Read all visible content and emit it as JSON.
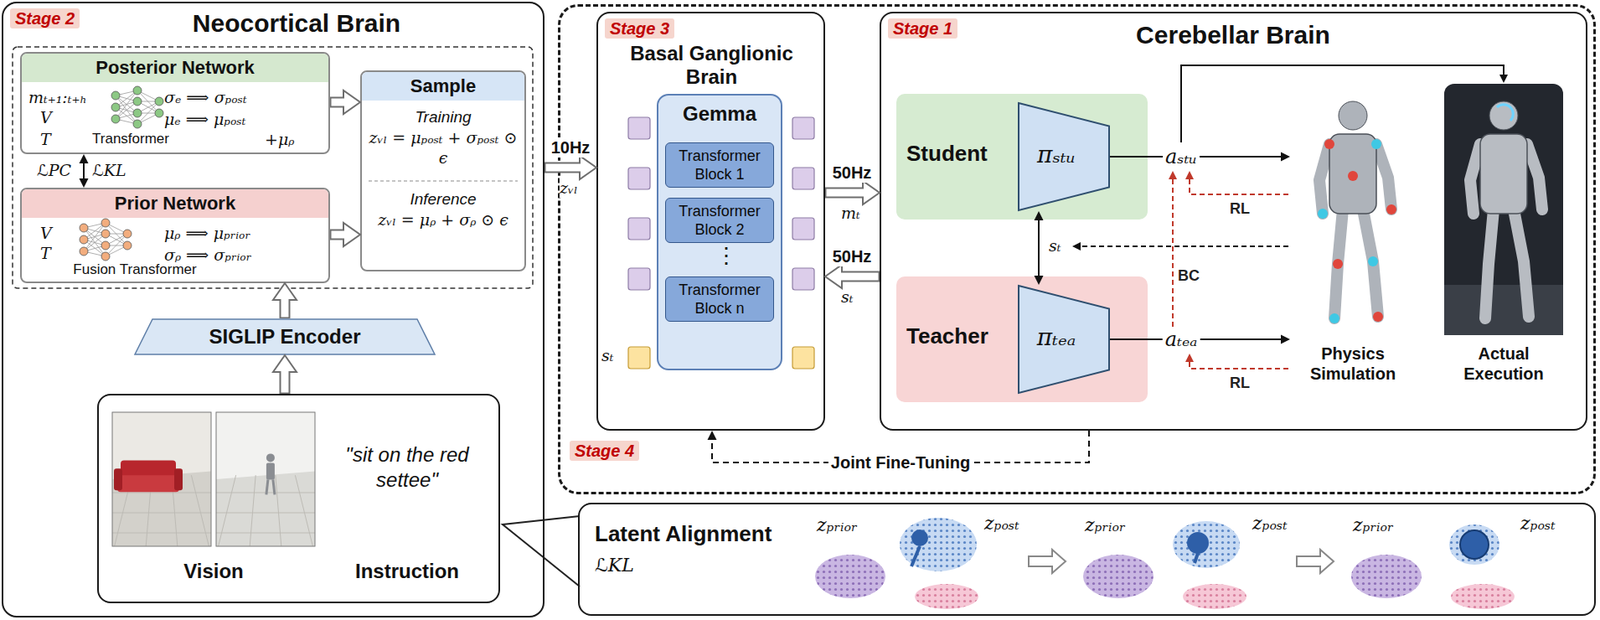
{
  "diagram": {
    "nodes": [
      {
        "text": [
          "Stage 2",
          "Neocortical Brain"
        ]
      },
      {
        "text": [
          "Posterior Network",
          "mₜ₊₁:ₜ₊ₕ",
          "V",
          "T",
          "σₑ ⟹ σₚₒₛₜ",
          "μₑ ⟹ μₚₒₛₜ",
          "+μᵨ",
          "Transformer"
        ],
        "in": 0
      },
      {
        "text": [
          "Prior Network",
          "V",
          "T",
          "μᵨ ⟹ μₚᵣᵢₒᵣ",
          "σᵨ ⟹ σₚᵣᵢₒᵣ",
          "Fusion Transformer"
        ],
        "in": 0
      },
      {
        "text": [
          "Sample",
          "Training",
          "zᵥₗ = μₚₒₛₜ + σₚₒₛₜ ⊙ ϵ",
          "Inference",
          "zᵥₗ = μᵨ + σᵨ ⊙ ϵ"
        ],
        "in": 0
      },
      {
        "text": [
          "SIGLIP Encoder"
        ],
        "in": 0
      },
      {
        "text": [
          "\"sit on the red settee\"",
          "Vision",
          "Instruction"
        ],
        "in": 0
      },
      {
        "text": [
          "Stage 4"
        ]
      },
      {
        "text": [
          "Stage 3",
          "Basal Ganglionic Brain"
        ],
        "in": 6
      },
      {
        "text": [
          "Gemma"
        ],
        "in": 7
      },
      {
        "text": [
          "Transformer Block 1"
        ],
        "in": 8
      },
      {
        "text": [
          "Transformer Block 2"
        ],
        "in": 8
      },
      {
        "text": [
          "Transformer Block n"
        ],
        "in": 8
      },
      {
        "text": [
          "Stage 1",
          "Cerebellar Brain"
        ],
        "in": 6
      },
      {
        "text": [
          "Student"
        ],
        "in": 12
      },
      {
        "text": [
          "πₛₜᵤ"
        ],
        "in": 13
      },
      {
        "text": [
          "Teacher"
        ],
        "in": 12
      },
      {
        "text": [
          "πₜₑₐ"
        ],
        "in": 15
      },
      {
        "text": [
          "Physics Simulation"
        ],
        "in": 12
      },
      {
        "text": [
          "Actual Execution"
        ],
        "in": 12
      },
      {
        "text": [
          "Latent Alignment",
          "ℒKL"
        ]
      }
    ],
    "edges": [
      {
        "from": 0,
        "to": 7,
        "label": "10Hz",
        "arrow": "to"
      },
      {
        "from": 7,
        "to": 12,
        "label": "50Hz",
        "arrow": "to"
      },
      {
        "from": 12,
        "to": 7,
        "label": "50Hz",
        "arrow": "to"
      },
      {
        "from": 1,
        "to": 2,
        "arrow": "both"
      },
      {
        "from": 1,
        "to": 3,
        "arrow": "to"
      },
      {
        "from": 2,
        "to": 3,
        "arrow": "to"
      },
      {
        "from": 5,
        "to": 4,
        "arrow": "to"
      },
      {
        "from": 4,
        "to": 2,
        "arrow": "to"
      },
      {
        "from": 14,
        "to": 16,
        "arrow": "both"
      },
      {
        "from": 14,
        "to": 17,
        "label": "aₛₜᵤ",
        "arrow": "to"
      },
      {
        "from": 16,
        "to": 17,
        "label": "aₜₑₐ",
        "arrow": "to"
      },
      {
        "from": 12,
        "to": 7,
        "label": "Joint Fine-Tuning",
        "arrow": "to"
      }
    ],
    "labels": [
      "ℒPC",
      "ℒKL",
      "zᵥₗ",
      "mₜ",
      "sₜ",
      "⋮",
      "sₜ",
      "RL",
      "sₜ",
      "BC",
      "RL",
      "zₚᵣᵢₒᵣ",
      "zₚₒₛₜ",
      "zₚᵣᵢₒᵣ",
      "zₚₒₛₜ",
      "zₚᵣᵢₒᵣ",
      "zₚₒₛₜ"
    ]
  }
}
